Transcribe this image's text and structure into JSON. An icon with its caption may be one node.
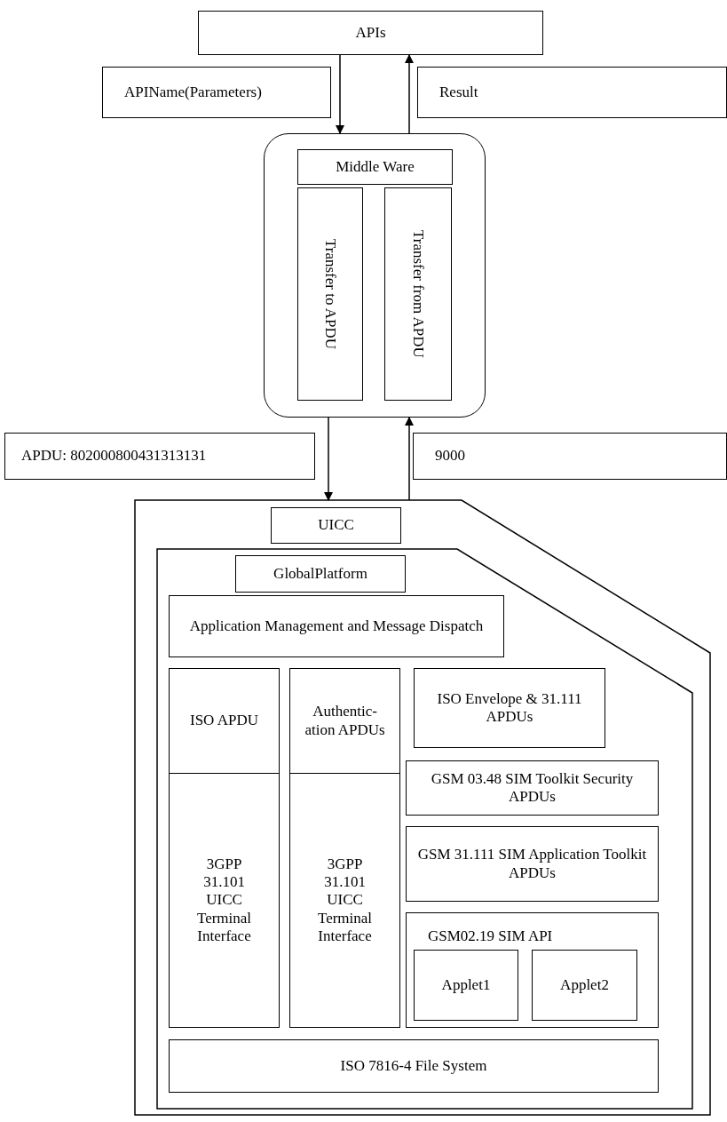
{
  "diagram": {
    "nodes": [
      {
        "text": [
          "APIs"
        ]
      },
      {
        "text": [
          "APIName(Parameters)"
        ]
      },
      {
        "text": [
          "Result"
        ]
      },
      {
        "text": [],
        "shape": "box"
      },
      {
        "text": [
          "Middle Ware"
        ],
        "in": 3
      },
      {
        "text": [
          "Transfer to APDU"
        ],
        "in": 3
      },
      {
        "text": [
          "Transfer from APDU"
        ],
        "in": 3
      },
      {
        "text": [
          "APDU: 802000800431313131"
        ]
      },
      {
        "text": [
          "9000"
        ]
      },
      {
        "text": [],
        "shape": "box"
      },
      {
        "text": [
          "UICC"
        ],
        "in": 9
      },
      {
        "text": [],
        "shape": "box",
        "in": 9
      },
      {
        "text": [
          "GlobalPlatform"
        ],
        "in": 11
      },
      {
        "text": [
          "Application Management and Message Dispatch"
        ],
        "in": 11
      },
      {
        "text": [
          "ISO APDU",
          "3GPP 31.101 UICC Terminal Interface"
        ],
        "in": 11
      },
      {
        "text": [
          "Authentic-ation APDUs",
          "3GPP 31.101 UICC Terminal Interface"
        ],
        "in": 11
      },
      {
        "text": [
          "ISO Envelope & 31.111 APDUs"
        ],
        "in": 11
      },
      {
        "text": [
          "GSM 03.48 SIM Toolkit Security APDUs"
        ],
        "in": 11
      },
      {
        "text": [
          "GSM 31.111 SIM Application Toolkit APDUs"
        ],
        "in": 11
      },
      {
        "text": [
          "GSM02.19 SIM API"
        ],
        "in": 11
      },
      {
        "text": [
          "Applet1"
        ],
        "in": 19
      },
      {
        "text": [
          "Applet2"
        ],
        "in": 19
      },
      {
        "text": [
          "ISO 7816-4 File System"
        ],
        "in": 11
      }
    ],
    "edges": [
      {
        "from": 0,
        "to": 3,
        "arrow": "to"
      },
      {
        "from": 3,
        "to": 0,
        "arrow": "to"
      },
      {
        "from": 3,
        "to": 9,
        "arrow": "to"
      },
      {
        "from": 9,
        "to": 3,
        "arrow": "to"
      }
    ]
  }
}
